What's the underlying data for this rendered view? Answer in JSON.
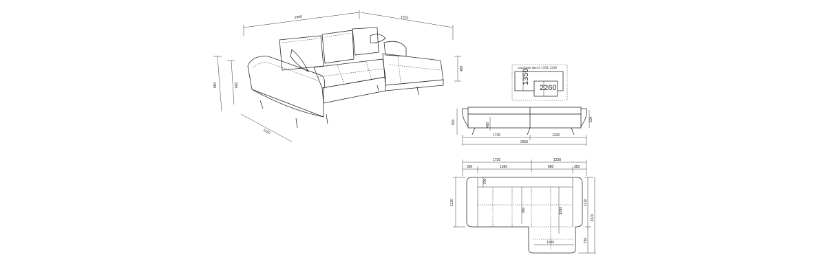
{
  "iso_view": {
    "dims": {
      "overall_length": "2960",
      "chaise_length": "1570",
      "back_height": "850",
      "arm_height": "600",
      "depth": "1120",
      "chaise_height": "480"
    }
  },
  "bed_panel": {
    "caption": "спальное место 1350/ 2260",
    "width": "1350",
    "length": "2260"
  },
  "front_view": {
    "total_height": "830",
    "seat_height": "490",
    "right_height": "500",
    "left_section": "1730",
    "right_section": "1230",
    "total_length": "2960"
  },
  "top_view": {
    "top_left": "1730",
    "top_right": "1230",
    "sub": [
      "350",
      "1380",
      "880",
      "350"
    ],
    "depth_left": "1120",
    "seat_depth": "200",
    "inner_left": "900",
    "inner_right": "1050",
    "chaise_width": "1030",
    "right_total": "1570",
    "right_upper": "1110",
    "right_lower": "750"
  }
}
